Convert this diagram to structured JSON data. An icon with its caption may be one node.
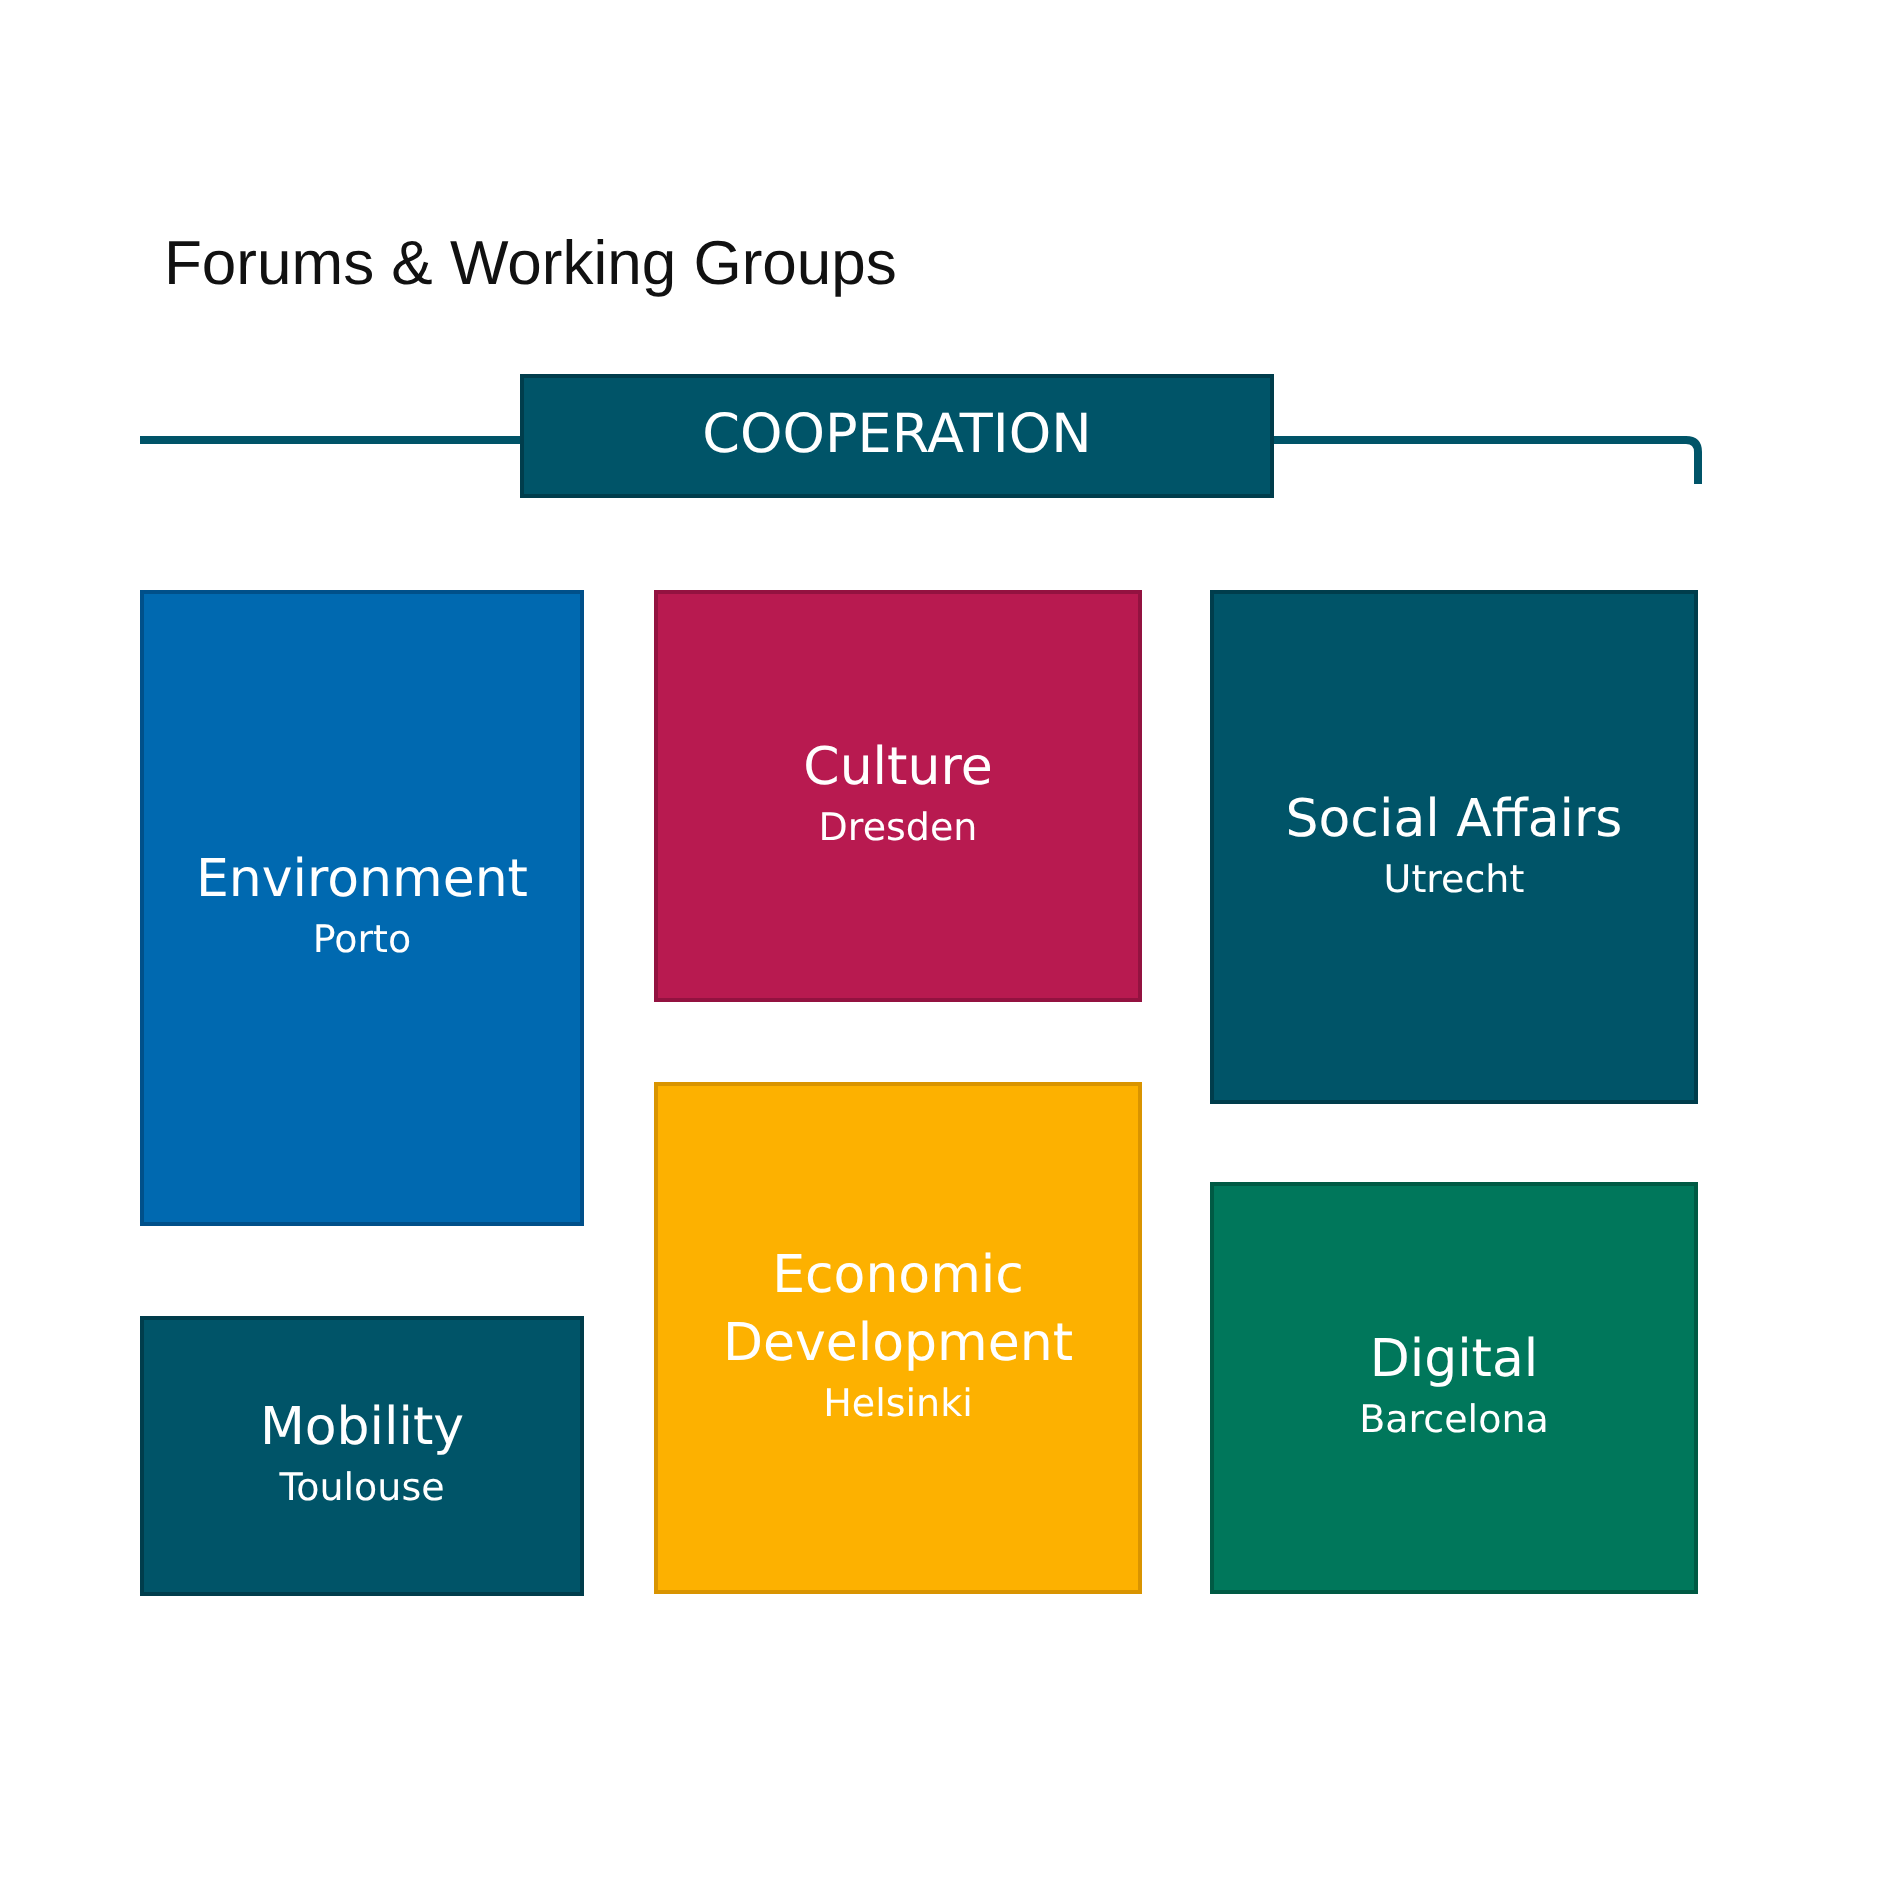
{
  "diagram": {
    "title": "Forums & Working Groups",
    "nodes": [
      {
        "text": [
          "COOPERATION"
        ]
      },
      {
        "text": [
          "Environment",
          "Porto"
        ]
      },
      {
        "text": [
          "Culture",
          "Dresden"
        ]
      },
      {
        "text": [
          "Social Affairs",
          "Utrecht"
        ]
      },
      {
        "text": [
          "Economic Development",
          "Helsinki"
        ]
      },
      {
        "text": [
          "Digital",
          "Barcelona"
        ]
      },
      {
        "text": [
          "Mobility",
          "Toulouse"
        ]
      }
    ]
  }
}
